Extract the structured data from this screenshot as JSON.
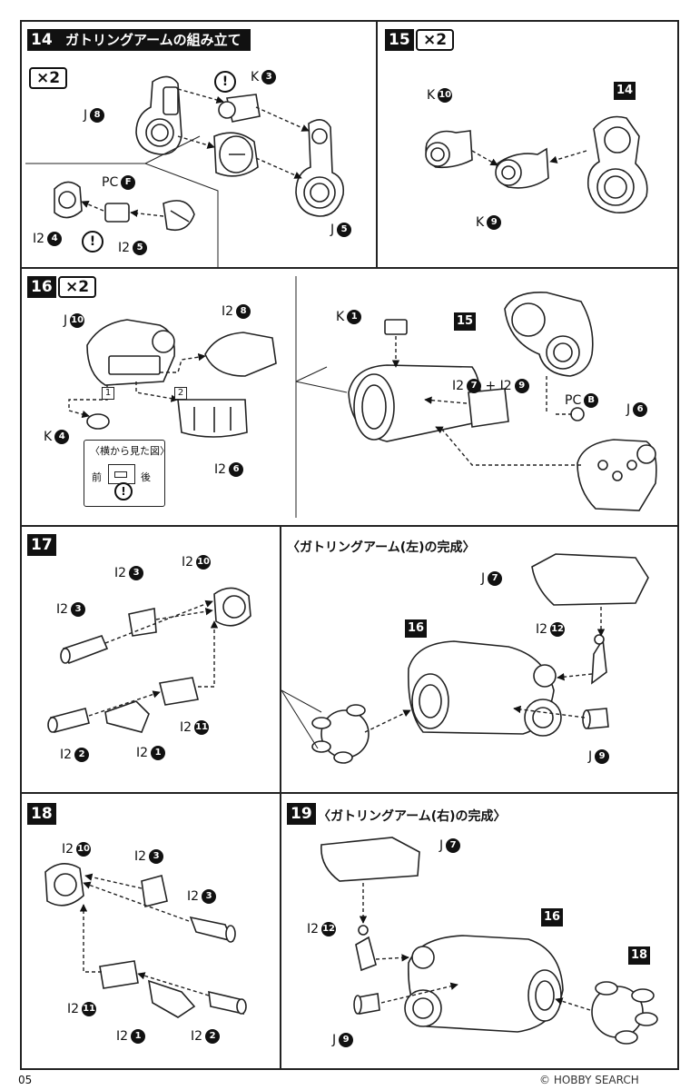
{
  "steps": {
    "s14": {
      "number": "14",
      "title": "ガトリングアームの組み立て",
      "multiplier": "×2",
      "labels": {
        "k3": "K",
        "k3n": "3",
        "j8": "J",
        "j8n": "8",
        "pcf": "PC",
        "pcfn": "F",
        "i2_4": "I2",
        "i2_4n": "4",
        "i2_5": "I2",
        "i2_5n": "5",
        "j5": "J",
        "j5n": "5"
      },
      "caution": "!"
    },
    "s15": {
      "number": "15",
      "multiplier": "×2",
      "ref_step": "14",
      "labels": {
        "k10": "K",
        "k10n": "10",
        "k9": "K",
        "k9n": "9"
      }
    },
    "s16": {
      "number": "16",
      "multiplier": "×2",
      "ref_step": "15",
      "labels": {
        "j10": "J",
        "j10n": "10",
        "i2_8": "I2",
        "i2_8n": "8",
        "k4": "K",
        "k4n": "4",
        "i2_6": "I2",
        "i2_6n": "6",
        "k1": "K",
        "k1n": "1",
        "i2_79": "I2",
        "i2_79n": "7",
        "plus": "+ I2",
        "i2_79n2": "9",
        "pcb": "PC",
        "pcbn": "B",
        "j6": "J",
        "j6n": "6"
      },
      "sidebox": {
        "title": "〈横から見た図〉",
        "front": "前",
        "back": "後"
      },
      "order1": "1",
      "order2": "2",
      "caution": "!"
    },
    "s17": {
      "number": "17",
      "labels": {
        "a": "I2",
        "an": "3",
        "b": "I2",
        "bn": "10",
        "c": "I2",
        "cn": "3",
        "d": "I2",
        "dn": "2",
        "e": "I2",
        "en": "1",
        "f": "I2",
        "fn": "11"
      }
    },
    "left_complete": {
      "heading": "〈ガトリングアーム(左)の完成〉",
      "ref_step": "16",
      "labels": {
        "j7": "J",
        "j7n": "7",
        "i2_12": "I2",
        "i2_12n": "12",
        "j9": "J",
        "j9n": "9"
      }
    },
    "s18": {
      "number": "18",
      "labels": {
        "a": "I2",
        "an": "10",
        "b": "I2",
        "bn": "3",
        "c": "I2",
        "cn": "3",
        "d": "I2",
        "dn": "11",
        "e": "I2",
        "en": "1",
        "f": "I2",
        "fn": "2"
      }
    },
    "s19": {
      "number": "19",
      "heading": "〈ガトリングアーム(右)の完成〉",
      "ref_step": "16",
      "ref_step2": "18",
      "labels": {
        "j7": "J",
        "j7n": "7",
        "i2_12": "I2",
        "i2_12n": "12",
        "j9": "J",
        "j9n": "9"
      }
    }
  },
  "footer": {
    "page": "05",
    "watermark": "© HOBBY SEARCH"
  }
}
